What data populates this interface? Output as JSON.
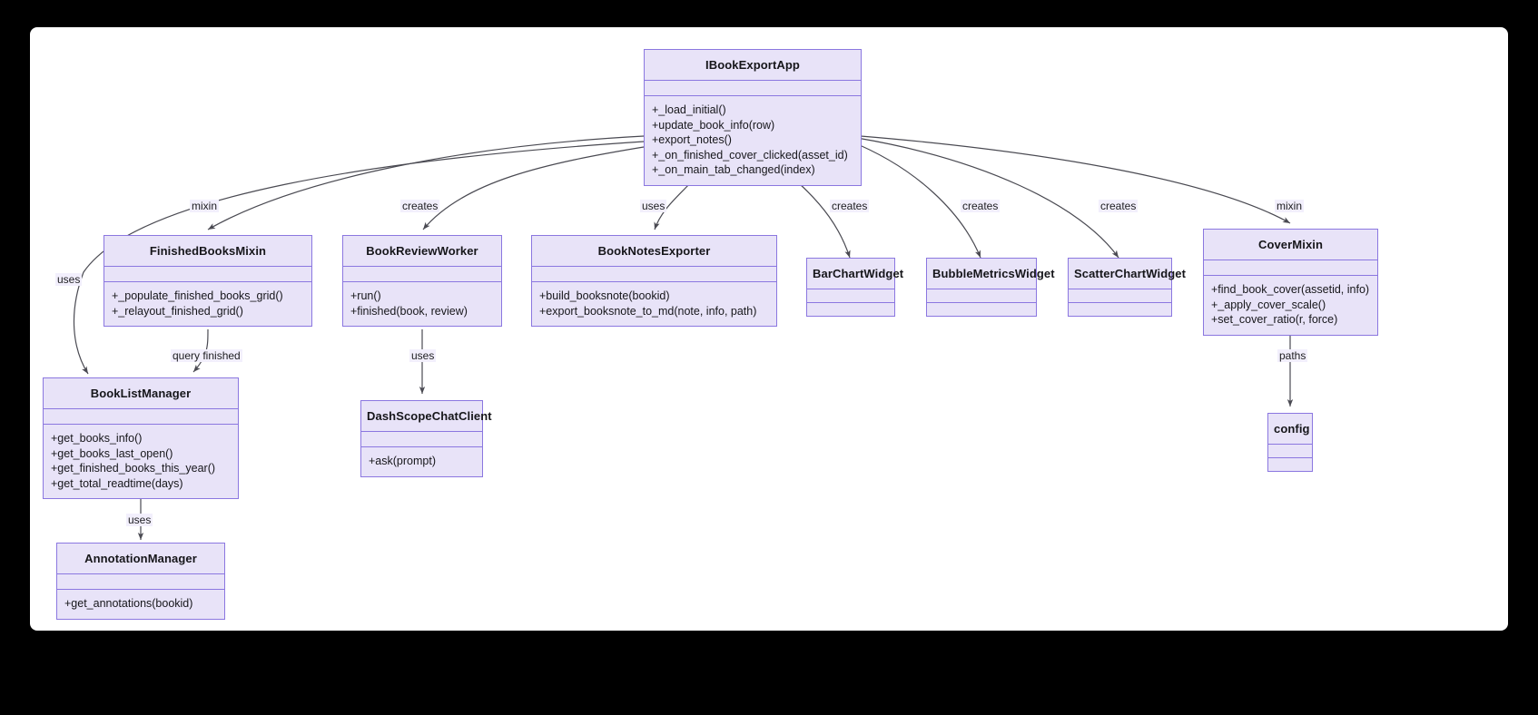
{
  "diagram": {
    "title": "Book Export App UML Class Diagram",
    "type": "uml-class-diagram",
    "accent_fill": "#e8e3f8",
    "accent_border": "#8b77e0",
    "canvas_background": "#ffffff",
    "page_background": "#000000"
  },
  "nodes": [
    {
      "id": "IBookExportApp",
      "name": "IBookExportApp",
      "attributes": [],
      "methods": [
        "+_load_initial()",
        "+update_book_info(row)",
        "+export_notes()",
        "+_on_finished_cover_clicked(asset_id)",
        "+_on_main_tab_changed(index)"
      ]
    },
    {
      "id": "FinishedBooksMixin",
      "name": "FinishedBooksMixin",
      "attributes": [],
      "methods": [
        "+_populate_finished_books_grid()",
        "+_relayout_finished_grid()"
      ]
    },
    {
      "id": "BookReviewWorker",
      "name": "BookReviewWorker",
      "attributes": [],
      "methods": [
        "+run()",
        "+finished(book, review)"
      ]
    },
    {
      "id": "BookNotesExporter",
      "name": "BookNotesExporter",
      "attributes": [],
      "methods": [
        "+build_booksnote(bookid)",
        "+export_booksnote_to_md(note, info, path)"
      ]
    },
    {
      "id": "BarChartWidget",
      "name": "BarChartWidget",
      "attributes": [],
      "methods": []
    },
    {
      "id": "BubbleMetricsWidget",
      "name": "BubbleMetricsWidget",
      "attributes": [],
      "methods": []
    },
    {
      "id": "ScatterChartWidget",
      "name": "ScatterChartWidget",
      "attributes": [],
      "methods": []
    },
    {
      "id": "CoverMixin",
      "name": "CoverMixin",
      "attributes": [],
      "methods": [
        "+find_book_cover(assetid, info)",
        "+_apply_cover_scale()",
        "+set_cover_ratio(r, force)"
      ]
    },
    {
      "id": "BookListManager",
      "name": "BookListManager",
      "attributes": [],
      "methods": [
        "+get_books_info()",
        "+get_books_last_open()",
        "+get_finished_books_this_year()",
        "+get_total_readtime(days)"
      ]
    },
    {
      "id": "DashScopeChatClient",
      "name": "DashScopeChatClient",
      "attributes": [],
      "methods": [
        "+ask(prompt)"
      ]
    },
    {
      "id": "config",
      "name": "config",
      "attributes": [],
      "methods": []
    },
    {
      "id": "AnnotationManager",
      "name": "AnnotationManager",
      "attributes": [],
      "methods": [
        "+get_annotations(bookid)"
      ]
    }
  ],
  "edges": [
    {
      "id": "e1",
      "from": "IBookExportApp",
      "to": "FinishedBooksMixin",
      "label": "mixin"
    },
    {
      "id": "e2",
      "from": "IBookExportApp",
      "to": "BookListManager",
      "label": "uses"
    },
    {
      "id": "e3",
      "from": "IBookExportApp",
      "to": "BookReviewWorker",
      "label": "creates"
    },
    {
      "id": "e4",
      "from": "IBookExportApp",
      "to": "BookNotesExporter",
      "label": "uses"
    },
    {
      "id": "e5",
      "from": "IBookExportApp",
      "to": "BarChartWidget",
      "label": "creates"
    },
    {
      "id": "e6",
      "from": "IBookExportApp",
      "to": "BubbleMetricsWidget",
      "label": "creates"
    },
    {
      "id": "e7",
      "from": "IBookExportApp",
      "to": "ScatterChartWidget",
      "label": "creates"
    },
    {
      "id": "e8",
      "from": "IBookExportApp",
      "to": "CoverMixin",
      "label": "mixin"
    },
    {
      "id": "e9",
      "from": "FinishedBooksMixin",
      "to": "BookListManager",
      "label": "query finished"
    },
    {
      "id": "e10",
      "from": "BookReviewWorker",
      "to": "DashScopeChatClient",
      "label": "uses"
    },
    {
      "id": "e11",
      "from": "CoverMixin",
      "to": "config",
      "label": "paths"
    },
    {
      "id": "e12",
      "from": "BookListManager",
      "to": "AnnotationManager",
      "label": "uses"
    }
  ]
}
